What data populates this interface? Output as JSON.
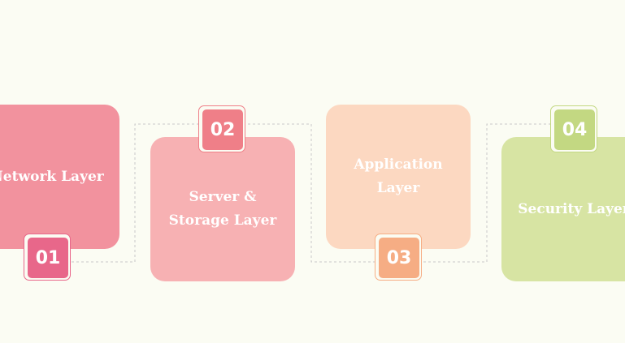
{
  "steps": [
    {
      "number": "01",
      "label": "Network Layer",
      "color": "#f2929e",
      "badge_color": "#e8678a"
    },
    {
      "number": "02",
      "label": "Server & Storage Layer",
      "color": "#f7b1b3",
      "badge_color": "#ef7f88"
    },
    {
      "number": "03",
      "label": "Application Layer",
      "color": "#fcd8c1",
      "badge_color": "#f6ad84"
    },
    {
      "number": "04",
      "label": "Security Layer",
      "color": "#d7e4a3",
      "badge_color": "#c3d882"
    }
  ],
  "colors": {
    "background": "#fbfcf3",
    "connector": "#c8c8c8"
  }
}
